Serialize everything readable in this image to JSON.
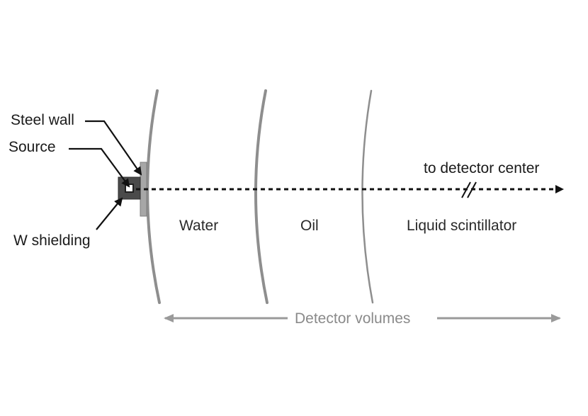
{
  "labels": {
    "steel_wall": "Steel wall",
    "source": "Source",
    "w_shielding": "W shielding",
    "to_detector_center": "to detector center",
    "detector_volumes": "Detector volumes"
  },
  "regions": [
    {
      "id": "water",
      "label": "Water"
    },
    {
      "id": "oil",
      "label": "Oil"
    },
    {
      "id": "liquid-scintillator",
      "label": "Liquid scintillator"
    }
  ],
  "colors": {
    "boundary": "#8e8e8e",
    "text": "#1a1a1a",
    "dim_arrow": "#9a9a9a",
    "steel_wall_fill": "#a7a7a7",
    "shielding_fill": "#4a4a4a"
  }
}
